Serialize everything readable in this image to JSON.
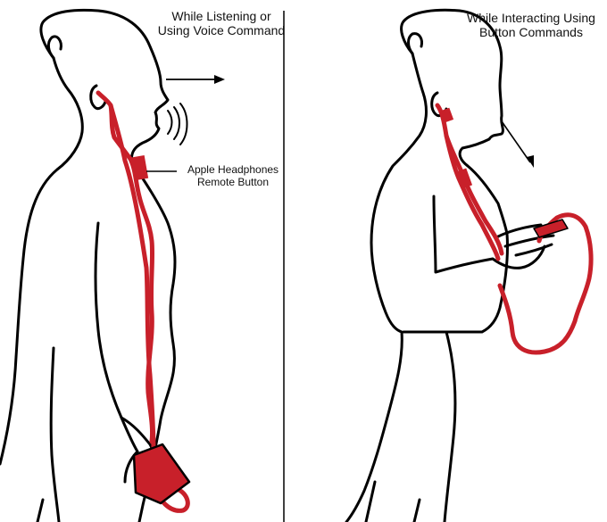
{
  "left_panel": {
    "caption_line1": "While Listening or",
    "caption_line2": "Using  Voice Command",
    "callout_line1": "Apple Headphones",
    "callout_line2": "Remote Button"
  },
  "right_panel": {
    "caption_line1": "While Interacting Using",
    "caption_line2": "Button Commands"
  },
  "colors": {
    "outline": "#000000",
    "cable": "#c8202a",
    "background": "#ffffff"
  }
}
